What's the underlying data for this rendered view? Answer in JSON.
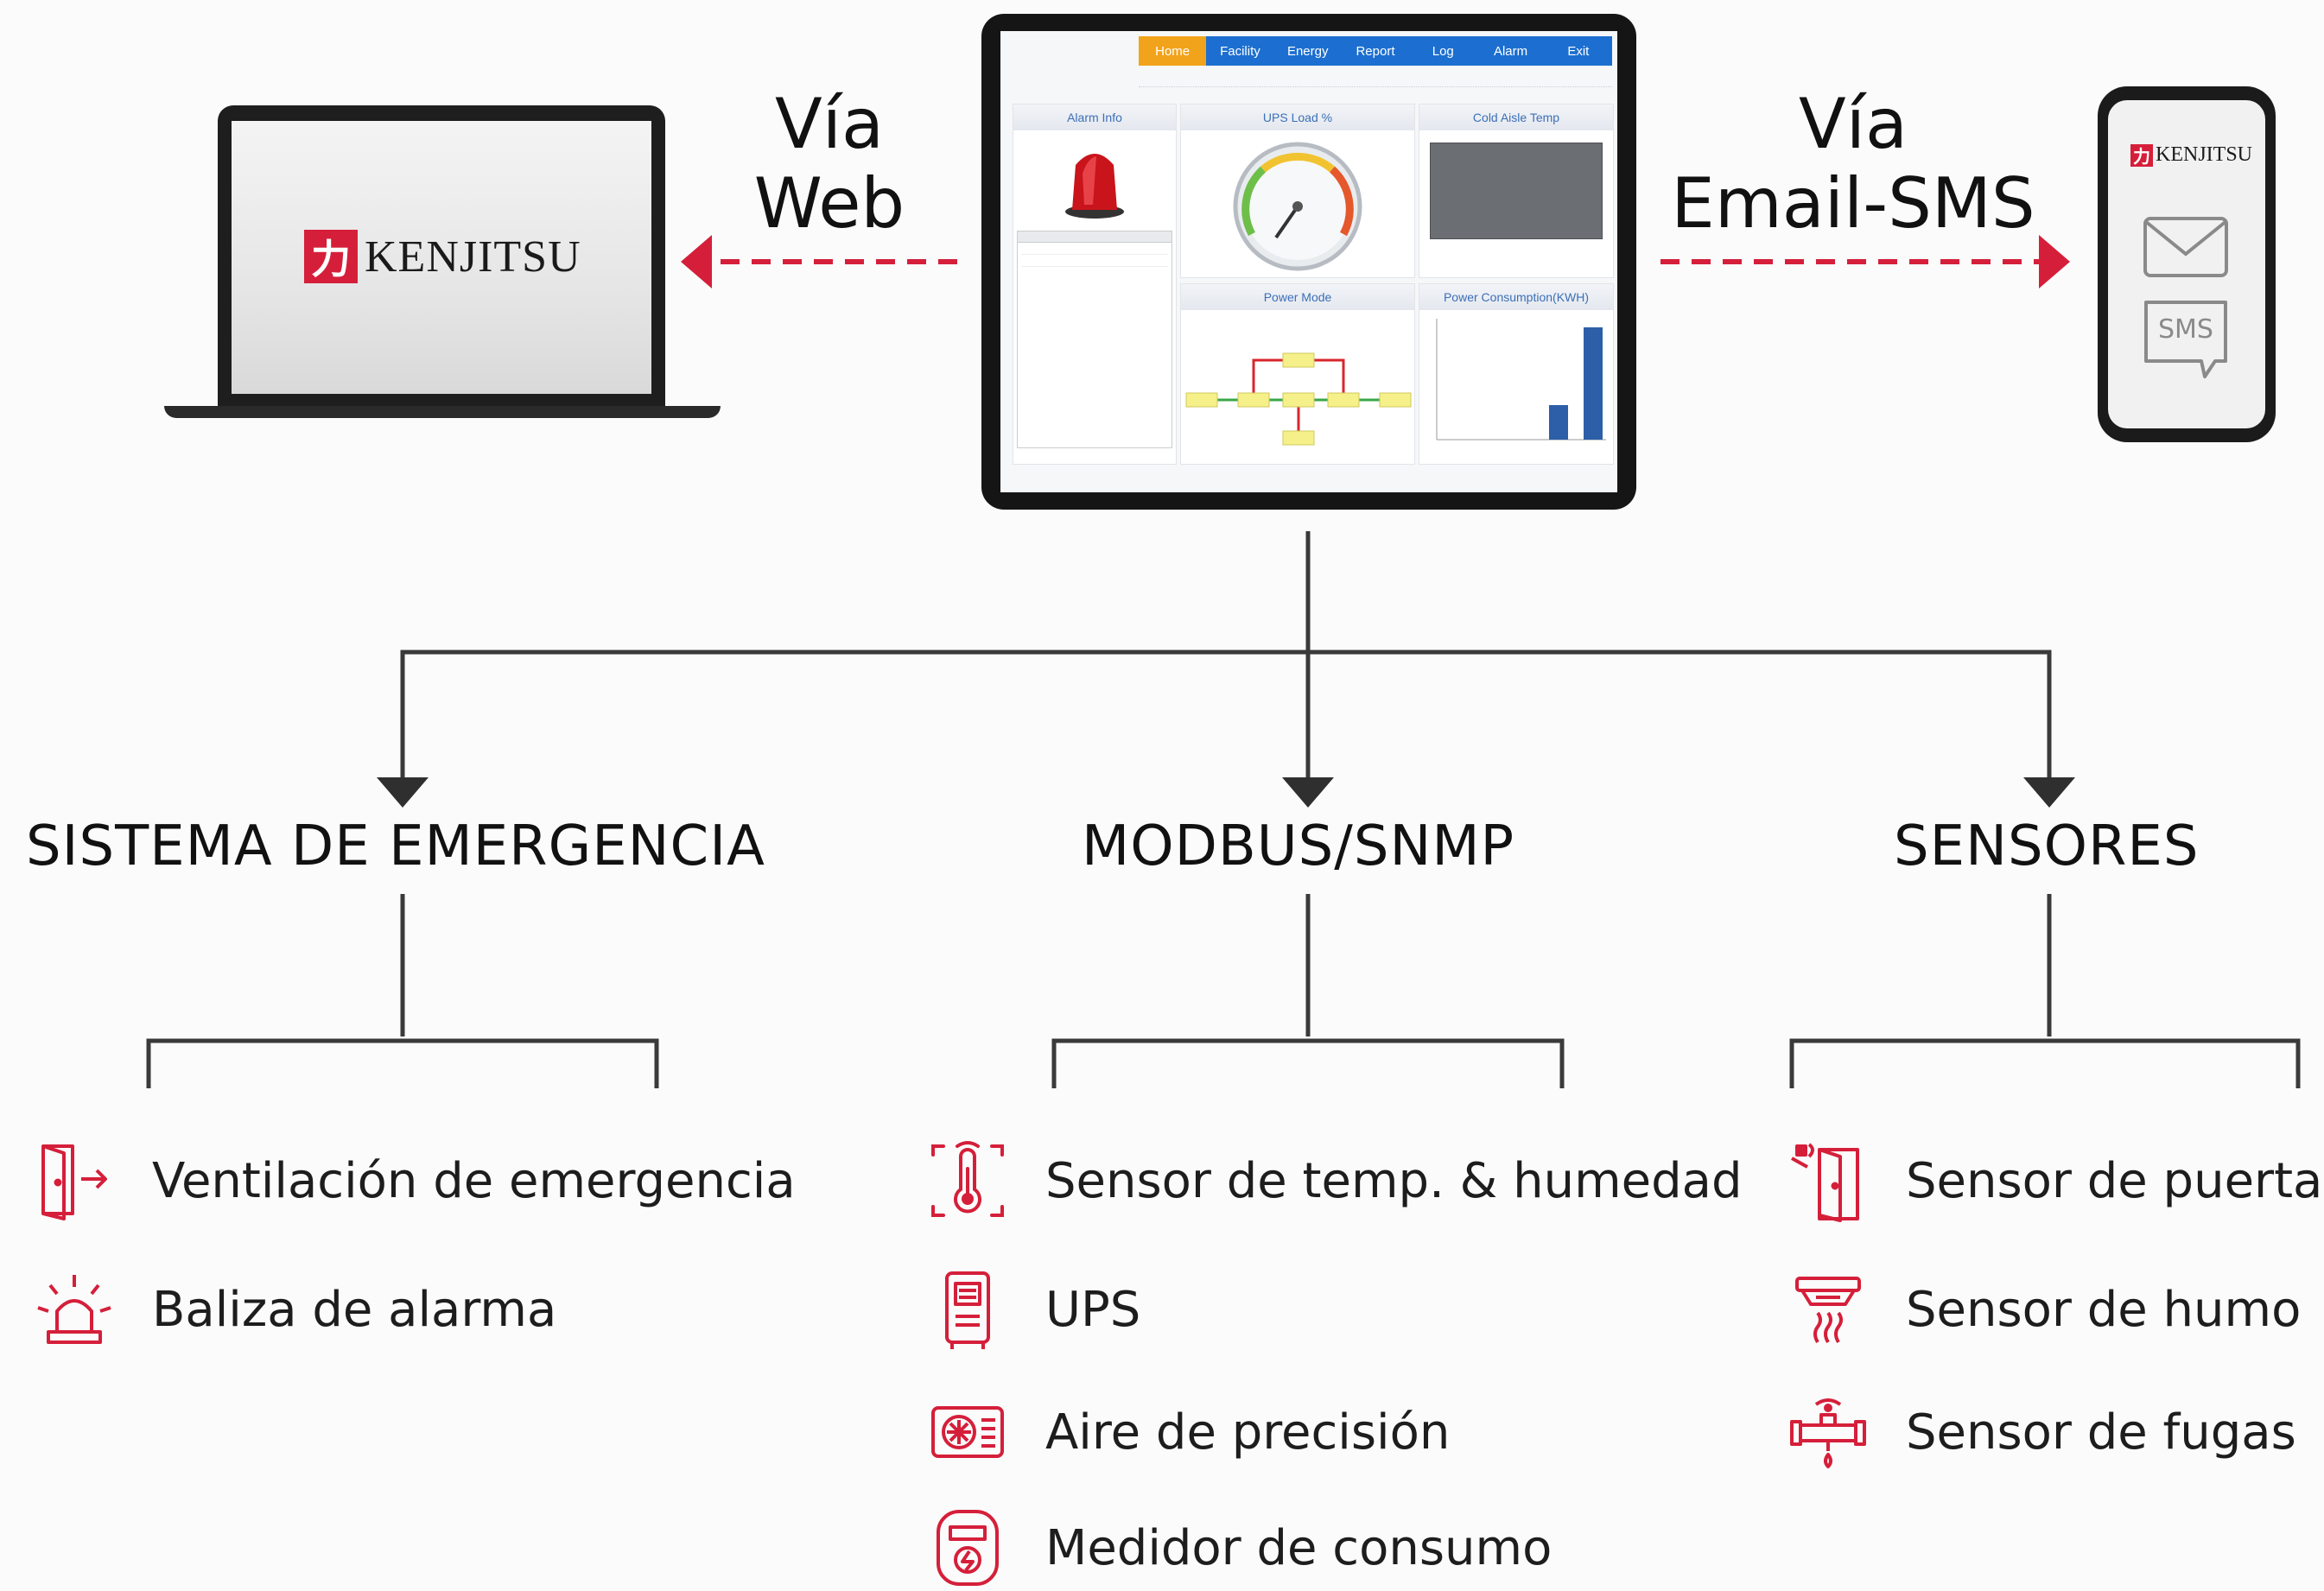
{
  "channels": {
    "web": {
      "line1": "Vía",
      "line2": "Web"
    },
    "email_sms": {
      "line1": "Vía",
      "line2": "Email-SMS"
    }
  },
  "brand": {
    "kanji": "力",
    "name": "KENJITSU"
  },
  "tablet": {
    "nav": [
      "Home",
      "Facility",
      "Energy",
      "Report",
      "Log",
      "Alarm",
      "Exit"
    ],
    "active_nav": "Home",
    "panels": {
      "alarm": "Alarm Info",
      "ups": "UPS Load %",
      "cold": "Cold Aisle Temp",
      "power_mode": "Power Mode",
      "power_consumption": "Power Consumption(KWH)"
    }
  },
  "phone": {
    "sms": "SMS"
  },
  "categories": {
    "emergency": {
      "title": "SISTEMA DE EMERGENCIA",
      "items": [
        {
          "label": "Ventilación de emergencia",
          "icon": "door-exit-icon"
        },
        {
          "label": "Baliza de alarma",
          "icon": "alarm-beacon-icon"
        }
      ]
    },
    "modbus": {
      "title": "MODBUS/SNMP",
      "items": [
        {
          "label": "Sensor de temp. & humedad",
          "icon": "thermometer-icon"
        },
        {
          "label": "UPS",
          "icon": "ups-icon"
        },
        {
          "label": "Aire de precisión",
          "icon": "air-conditioner-icon"
        },
        {
          "label": "Medidor de consumo",
          "icon": "power-meter-icon"
        }
      ]
    },
    "sensors": {
      "title": "SENSORES",
      "items": [
        {
          "label": "Sensor de puertas",
          "icon": "door-sensor-icon"
        },
        {
          "label": "Sensor de humo",
          "icon": "smoke-sensor-icon"
        },
        {
          "label": "Sensor de fugas",
          "icon": "leak-sensor-icon"
        }
      ]
    }
  },
  "colors": {
    "accent": "#d51f3a",
    "line": "#3a3a3a",
    "nav": "#1c6fd0",
    "nav_active": "#f2a31c"
  }
}
